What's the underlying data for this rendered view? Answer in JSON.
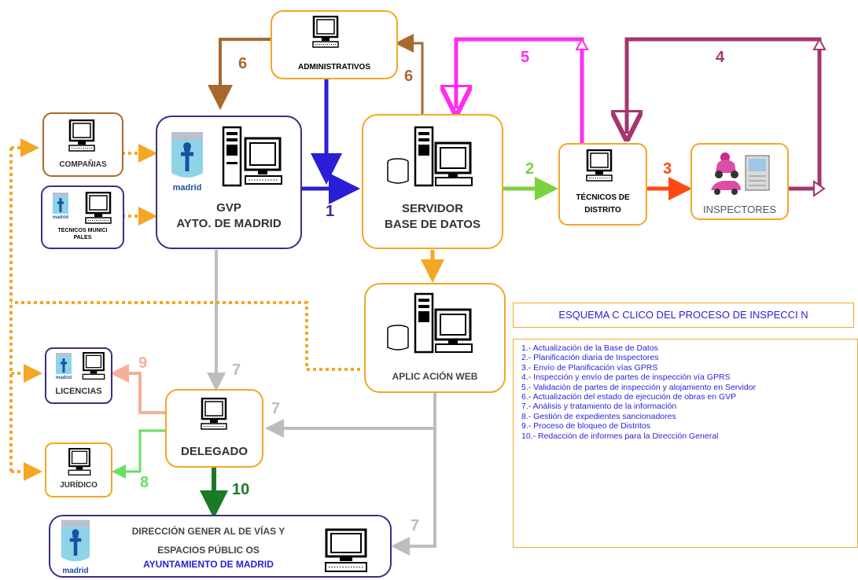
{
  "colors": {
    "orange": "#f5a623",
    "blue": "#2a1fd6",
    "navy": "#3a2f86",
    "brown": "#a8692f",
    "magenta": "#ff2cf0",
    "purple": "#a3376d",
    "green": "#7bd23c",
    "red_orange": "#ff4a12",
    "gray": "#bdbdbd",
    "salmon": "#f5b09a",
    "bright_green": "#66e063",
    "dark_green": "#1a7a25"
  },
  "nodes": {
    "administrativos": "ADMINISTRATIVOS",
    "companias": "COMPAÑIAS",
    "tecnicos_municipales": "TECNICOS MUNICI PALES",
    "gvp_line1": "GVP",
    "gvp_line2": "AYTO. DE MADRID",
    "servidor_line1": "SERVIDOR",
    "servidor_line2": "BASE DE DATOS",
    "tecnicos_distrito_line1": "TÉCNICOS DE",
    "tecnicos_distrito_line2": "DISTRITO",
    "inspectores": "INSPECTORES",
    "aplicacion_web": "APLIC ACIÓN WEB",
    "licencias": "LICENCIAS",
    "juridico": "JURÍDICO",
    "delegado": "DELEGADO",
    "direccion_line1": "DIRECCIÓN GENER AL DE VÍAS Y",
    "direccion_line2": "ESPACIOS PÚBLIC OS",
    "direccion_line3": "AYUNTAMIENTO DE MADRID",
    "madrid_logo_text": "madrid"
  },
  "step_numbers": {
    "n1": "1",
    "n2": "2",
    "n3": "3",
    "n4": "4",
    "n5": "5",
    "n6_left": "6",
    "n6_right": "6",
    "n7_delegado": "7",
    "n7_web": "7",
    "n7_direccion": "7",
    "n8": "8",
    "n9": "9",
    "n10": "10"
  },
  "legend": {
    "title": "ESQUEMA C CLICO DEL PROCESO DE INSPECCI   N",
    "items": [
      "1.-   Actualización de la Base de Datos",
      "2.-   Planificación diaria de Inspectores",
      "3.-   Envío de Planificación vías GPRS",
      "4.-   Inspección y envío de partes de inspección vía GPRS",
      "5.-   Validación de partes de inspección y alojamiento en Servidor",
      "6.-   Actualización del estado de ejecución de obras en GVP",
      "7.-   Análisis y tratamiento de la información",
      "8.-   Gestión de expedientes sancionadores",
      "9.-   Proceso de bloqueo de Distritos",
      "10.- Redacción de informes para la Dirección General"
    ]
  }
}
